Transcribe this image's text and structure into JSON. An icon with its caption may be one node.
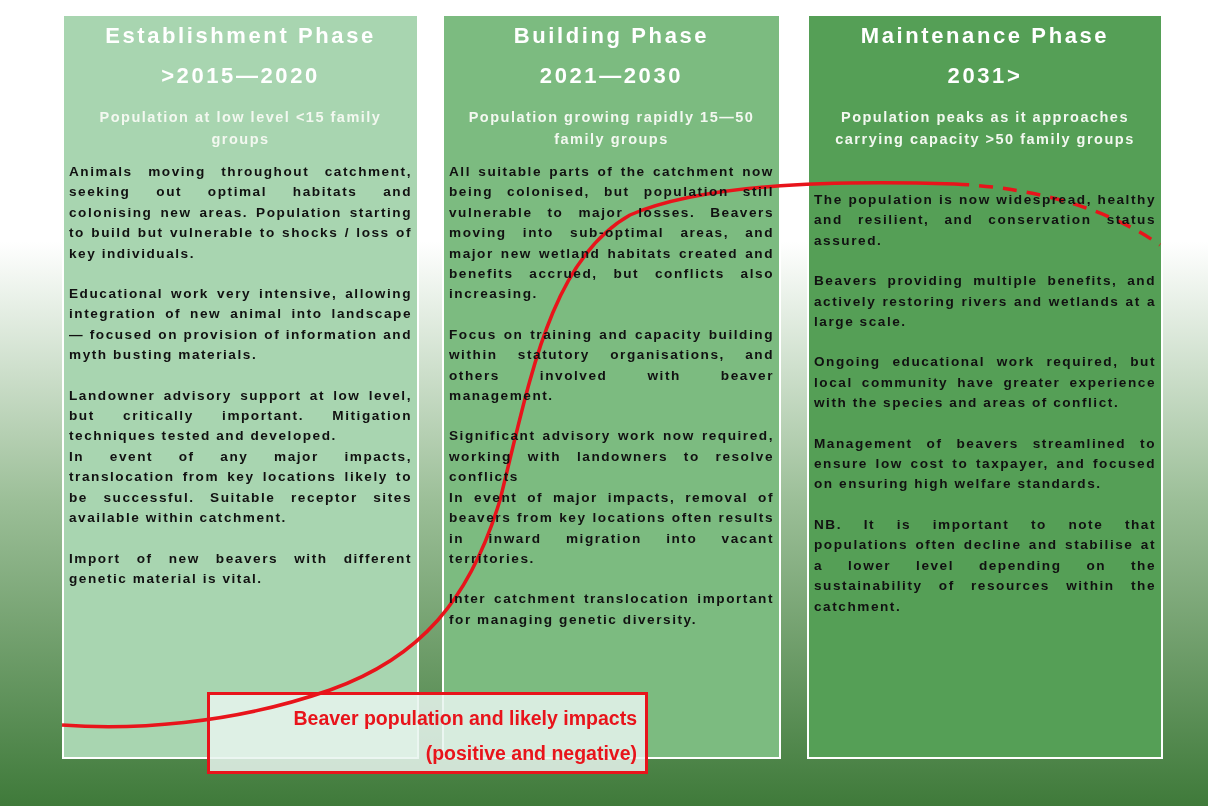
{
  "diagram": {
    "nodes": [
      {
        "text": [
          "Establishment Phase",
          ">2015—2020",
          "Population at low level <15 family groups",
          "Animals moving throughout catchment, seeking out optimal habitats and colonising new areas. Population starting to build but vulnerable to shocks / loss of key individuals.",
          "Educational work very intensive, allowing integration of new animal into landscape — focused on provision of information and myth busting materials.",
          "Landowner advisory support at low level, but critically important. Mitigation techniques tested and developed.",
          "In event of any major impacts, translocation from key locations likely to be successful. Suitable receptor sites available within catchment.",
          "Import of new beavers with different genetic material is vital."
        ]
      },
      {
        "text": [
          "Building Phase",
          "2021—2030",
          "Population growing rapidly 15—50 family groups",
          "All suitable parts of the catchment now being colonised, but population still vulnerable to major losses. Beavers moving into sub-optimal areas, and major new wetland habitats created and benefits accrued, but conflicts also increasing.",
          "Focus on training and capacity building within statutory organisations, and others involved with beaver management.",
          "Significant advisory work now required, working with landowners to resolve conflicts",
          "In event of major impacts, removal of beavers from key locations often results in inward migration into vacant territories.",
          "Inter catchment translocation important for managing genetic diversity."
        ]
      },
      {
        "text": [
          "Maintenance Phase",
          "2031>",
          "Population peaks as it approaches carrying capacity >50 family groups",
          "The population is now widespread, healthy and resilient, and conservation status assured.",
          "Beavers providing multiple benefits, and actively restoring rivers and wetlands at a large scale.",
          "Ongoing educational work required, but local community have greater experience with the species and areas of conflict.",
          "Management of beavers streamlined to ensure low cost to taxpayer, and focused on ensuring high welfare standards.",
          "NB. It is important to note that populations often decline and stabilise at a lower level depending on the sustainability of resources within the catchment."
        ]
      },
      {
        "text": [
          "Beaver population and likely impacts  (positive and negative)"
        ]
      }
    ]
  }
}
